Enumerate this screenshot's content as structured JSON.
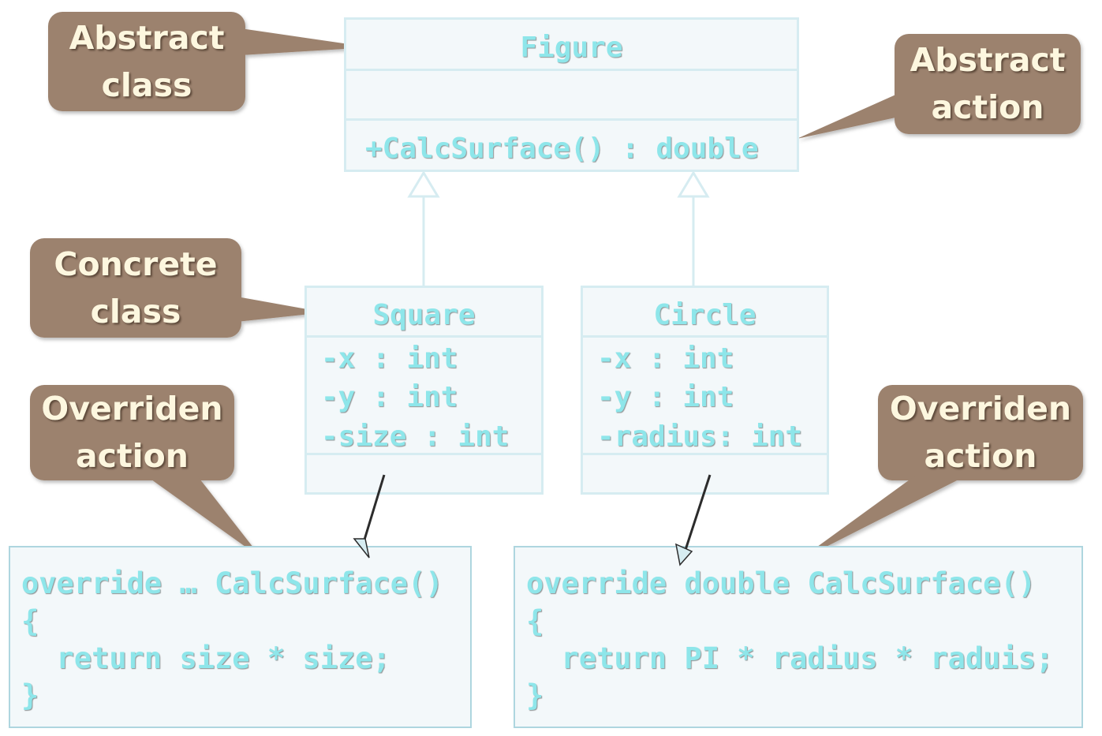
{
  "diagram": {
    "classes": {
      "figure": {
        "name": "Figure",
        "attributes": [],
        "operations": [
          "+CalcSurface() : double"
        ]
      },
      "square": {
        "name": "Square",
        "attributes": [
          "-x : int",
          "-y : int",
          "-size : int"
        ],
        "operations": []
      },
      "circle": {
        "name": "Circle",
        "attributes": [
          "-x : int",
          "-y : int",
          "-radius: int"
        ],
        "operations": []
      }
    },
    "relations": [
      {
        "type": "generalization",
        "from": "Square",
        "to": "Figure"
      },
      {
        "type": "generalization",
        "from": "Circle",
        "to": "Figure"
      }
    ],
    "callouts": {
      "abstract_class": [
        "Abstract",
        "class"
      ],
      "abstract_action": [
        "Abstract",
        "action"
      ],
      "concrete_class": [
        "Concrete",
        "class"
      ],
      "overriden_left": [
        "Overriden",
        "action"
      ],
      "overriden_right": [
        "Overriden",
        "action"
      ]
    },
    "code": {
      "square": [
        "override … CalcSurface()",
        "{",
        "  return size * size;",
        "}"
      ],
      "circle": [
        "override double CalcSurface()",
        "{",
        "  return PI * radius * raduis;",
        "}"
      ]
    }
  },
  "colors": {
    "callout_fill": "#9c826e",
    "callout_text": "#fdf7df",
    "uml_text": "#8ee6ea",
    "uml_border": "#d6ecf1",
    "box_fill": "#f3f8fa",
    "code_border": "#aed6df"
  }
}
